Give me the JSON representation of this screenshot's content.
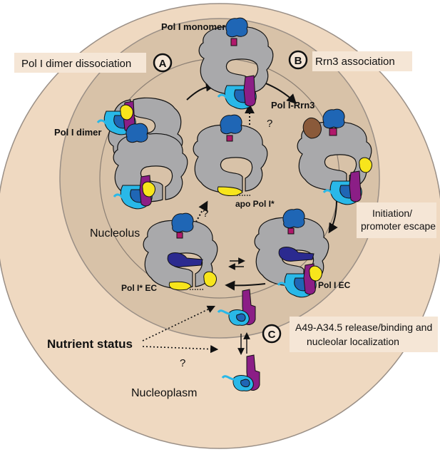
{
  "labels": {
    "pol1_monomer": "Pol I monomer",
    "dimer_dissociation": "Pol I dimer dissociation",
    "rrn3_association": "Rrn3 association",
    "pol1_dimer": "Pol I dimer",
    "pol1_rrn3": "Pol I-Rrn3",
    "apo_pol1_star": "apo Pol I*",
    "initiation_line1": "Initiation/",
    "initiation_line2": "promoter escape",
    "nucleolus": "Nucleolus",
    "pol1_star_ec": "Pol I* EC",
    "pol1_ec": "Pol I EC",
    "a49_line1": "A49-A34.5 release/binding and",
    "a49_line2": "nucleolar localization",
    "nutrient_status": "Nutrient status",
    "nucleoplasm": "Nucleoplasm",
    "question_top": "?",
    "question_left": "?",
    "question_bottom": "?"
  },
  "step_markers": {
    "a": "A",
    "b": "B",
    "c": "C"
  },
  "colors": {
    "nucleoplasm": "#efd9c1",
    "nucleolus": "#d8c2a8",
    "label_box": "#f5e6d6",
    "pol_core": "#a9a9ab",
    "blue_subunit": "#1f66b5",
    "cyan_subunit": "#29b8e8",
    "purple_subunit": "#8b1e86",
    "magenta_subunit": "#b0186b",
    "yellow_subunit": "#f7e51c",
    "navy_dna": "#2b2a8f",
    "rrn3_brown": "#8a5a3a"
  }
}
